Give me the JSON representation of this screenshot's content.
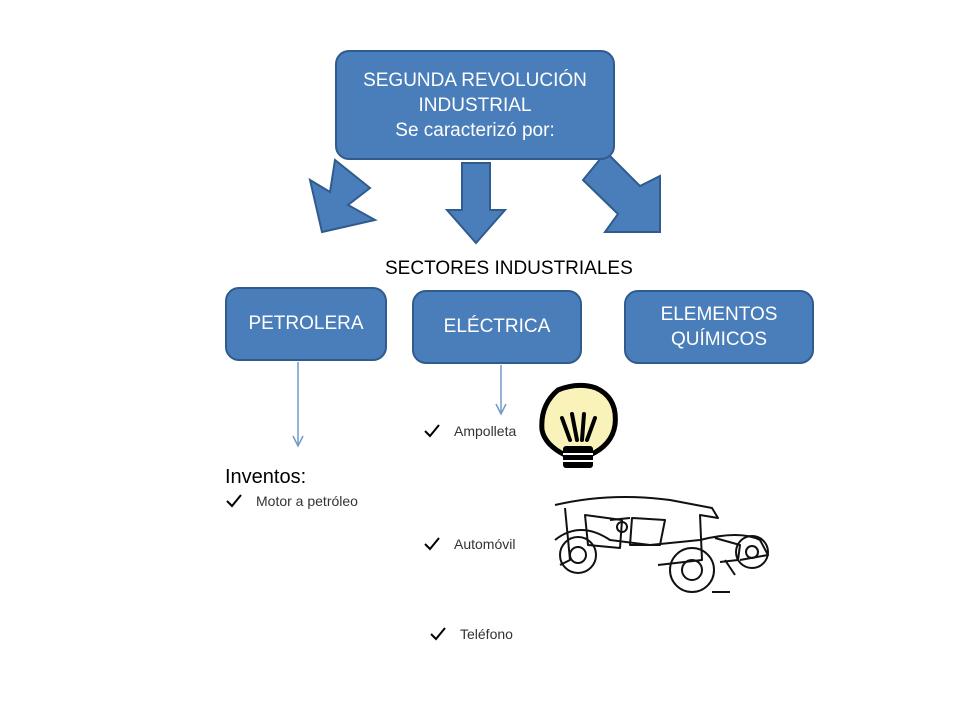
{
  "diagram": {
    "title_lines": [
      "SEGUNDA REVOLUCIÓN",
      "INDUSTRIAL",
      "Se caracterizó por:"
    ],
    "sectors_heading": "SECTORES INDUSTRIALES",
    "sectors": [
      {
        "lines": [
          "PETROLERA"
        ]
      },
      {
        "lines": [
          "ELÉCTRICA"
        ]
      },
      {
        "lines": [
          "ELEMENTOS",
          "QUÍMICOS"
        ]
      }
    ],
    "inventions_heading": "Inventos:",
    "inventions": [
      "Motor a petróleo",
      "Ampolleta",
      "Automóvil",
      "Teléfono"
    ],
    "icons": [
      "lightbulb-icon",
      "car-icon",
      "check-icon",
      "arrow-down-icon"
    ],
    "colors": {
      "box_fill": "#4a7ebb",
      "box_border": "#2f5b8e",
      "connector": "#6f9bc9"
    }
  }
}
